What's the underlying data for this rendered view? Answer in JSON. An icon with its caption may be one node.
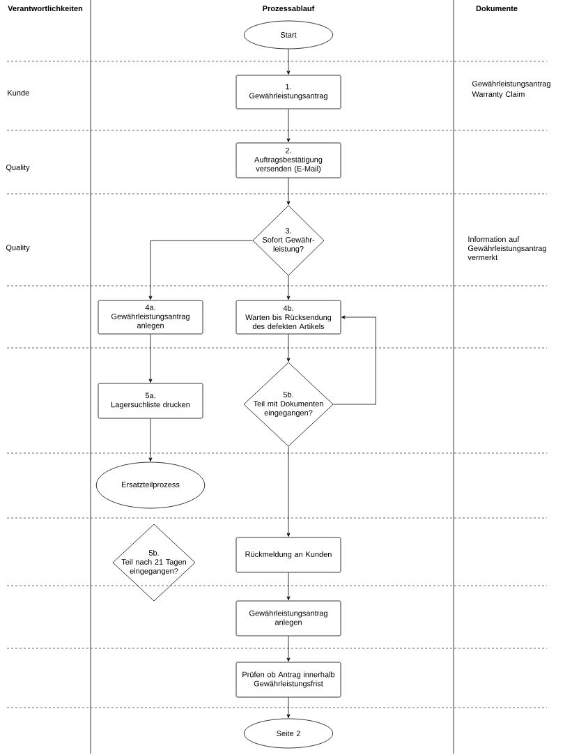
{
  "diagram": {
    "nodes": [
      {
        "text": [
          "Start"
        ]
      },
      {
        "text": [
          "1.",
          "Gewährleistungsantrag"
        ]
      },
      {
        "text": [
          "2.",
          "Auftragsbestätigung versenden (E-Mail)"
        ]
      },
      {
        "text": [
          "3.",
          "Sofort Gewähr-leistung?"
        ]
      },
      {
        "text": [
          "4a.",
          "Gewährleistungsantrag anlegen"
        ]
      },
      {
        "text": [
          "4b.",
          "Warten bis Rücksendung des defekten Artikels"
        ]
      },
      {
        "text": [
          "5a.",
          "Lagersuchliste drucken"
        ]
      },
      {
        "text": [
          "5b.",
          "Teil mit Dokumenten eingegangen?"
        ]
      },
      {
        "text": [
          "Ersatzteilprozess"
        ]
      },
      {
        "text": [
          "5b.",
          "Teil nach 21 Tagen eingegangen?"
        ]
      },
      {
        "text": [
          "Rückmeldung an Kunden"
        ]
      },
      {
        "text": [
          "Gewährleistungsantrag anlegen"
        ]
      },
      {
        "text": [
          "Prüfen ob Antrag innerhalb Gewährleistungsfrist"
        ]
      },
      {
        "text": [
          "Seite 2"
        ]
      }
    ],
    "edges": [
      {
        "from": 0,
        "to": 1,
        "arrow": "to"
      },
      {
        "from": 1,
        "to": 2,
        "arrow": "to"
      },
      {
        "from": 2,
        "to": 3,
        "arrow": "to"
      },
      {
        "from": 3,
        "to": 4,
        "arrow": "to"
      },
      {
        "from": 3,
        "to": 5,
        "arrow": "to"
      },
      {
        "from": 4,
        "to": 6,
        "arrow": "to"
      },
      {
        "from": 5,
        "to": 7,
        "arrow": "to"
      },
      {
        "from": 7,
        "to": 5,
        "arrow": "to"
      },
      {
        "from": 6,
        "to": 8,
        "arrow": "to"
      },
      {
        "from": 7,
        "to": 10,
        "arrow": "to"
      },
      {
        "from": 10,
        "to": 11,
        "arrow": "to"
      },
      {
        "from": 11,
        "to": 12,
        "arrow": "to"
      },
      {
        "from": 12,
        "to": 13,
        "arrow": "to"
      }
    ],
    "labels": [
      "Verantwortlichkeiten",
      "Prozessablauf",
      "Dokumente",
      "Kunde",
      "Gewährleistungsantrag",
      "Warranty Claim",
      "Quality",
      "Quality",
      "Information auf Gewährleistungsantrag vermerkt"
    ]
  }
}
